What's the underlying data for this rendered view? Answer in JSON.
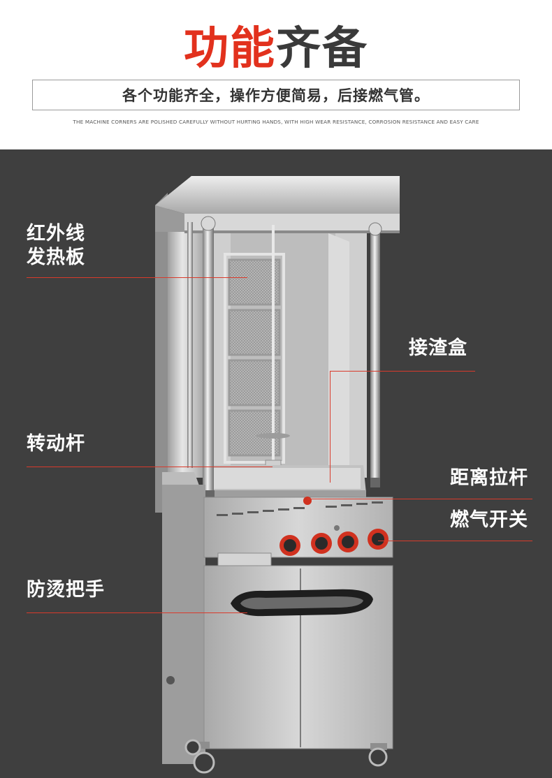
{
  "header": {
    "title_red": "功能",
    "title_dark": "齐备",
    "subtitle": "各个功能齐全，操作方便简易，后接燃气管。",
    "tagline": "THE MACHINE CORNERS ARE POLISHED CAREFULLY WITHOUT HURTING HANDS, WITH HIGH WEAR RESISTANCE, CORROSION RESISTANCE AND EASY CARE"
  },
  "labels": {
    "infrared_line1": "红外线",
    "infrared_line2": "发热板",
    "drip_tray": "接渣盒",
    "rotating_rod": "转动杆",
    "distance_rod": "距离拉杆",
    "gas_switch": "燃气开关",
    "handle": "防烫把手"
  },
  "colors": {
    "accent_red": "#e2311d",
    "background_dark": "#3f3f3f",
    "steel": "#c9c9c9",
    "knob_red": "#d0311f"
  }
}
